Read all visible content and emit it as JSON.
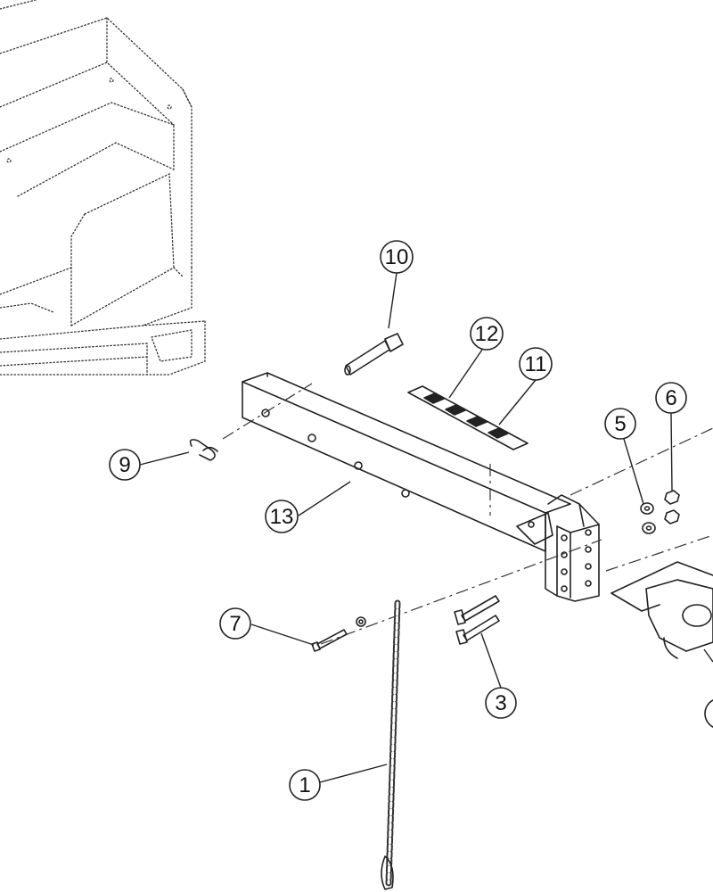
{
  "callouts": {
    "c1": "1",
    "c3": "3",
    "c5": "5",
    "c6": "6",
    "c7": "7",
    "c9": "9",
    "c10": "10",
    "c11": "11",
    "c12": "12",
    "c13": "13"
  },
  "colors": {
    "line": "#222222",
    "background": "#ffffff"
  }
}
